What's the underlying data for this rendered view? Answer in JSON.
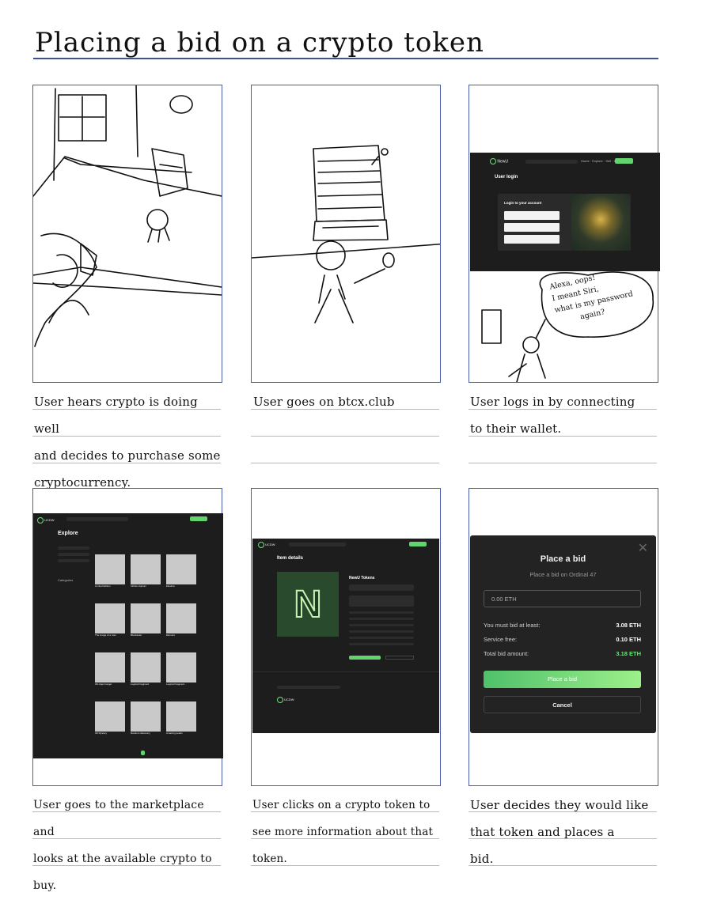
{
  "title": "Placing a bid on a crypto token",
  "panels": [
    {
      "caption_lines": [
        "User hears crypto is doing well",
        "and decides to purchase some",
        "cryptocurrency."
      ]
    },
    {
      "caption_lines": [
        "User goes on btcx.club"
      ]
    },
    {
      "caption_lines": [
        "User logs in by connecting",
        "to their wallet."
      ],
      "speech": [
        "Alexa, oops!",
        "I meant Siri,",
        "what is my password",
        "again?"
      ]
    },
    {
      "caption_lines": [
        "User goes to the marketplace and",
        "looks at the available crypto to buy."
      ]
    },
    {
      "caption_lines": [
        "User clicks on a crypto token to",
        "see more information about that token."
      ]
    },
    {
      "caption_lines": [
        "User decides they would like",
        "that token and places a",
        "bid."
      ]
    }
  ],
  "login_screen": {
    "brand": "NewU",
    "heading": "User login",
    "box_title": "Login to your account"
  },
  "explore_screen": {
    "heading": "Explore",
    "cards": [
      "Limited Edition",
      "Infinite Hopium",
      "Elastica",
      "The image of a man",
      "Bluebaster",
      "Element",
      "3D object target",
      "Logical Fragment",
      "Logical Fragment",
      "3D Mystery",
      "Random discovery",
      "Amazing pearls"
    ]
  },
  "item_screen": {
    "heading": "Item details",
    "token_name": "NewU Tokens",
    "token_letter": "N"
  },
  "bid_modal": {
    "title": "Place a bid",
    "subtitle": "Place a bid on Ordinal 47",
    "input_placeholder": "0.00 ETH",
    "min_label": "You must bid at least:",
    "min_value": "3.08 ETH",
    "fee_label": "Service free:",
    "fee_value": "0.10 ETH",
    "total_label": "Total bid amount:",
    "total_value": "3.18 ETH",
    "place_button": "Place a bid",
    "cancel_button": "Cancel",
    "close_icon": "close-icon"
  },
  "colors": {
    "panel_border": "#4a5cb0",
    "accent_green": "#62d36f",
    "dark_bg": "#1d1d1d"
  }
}
